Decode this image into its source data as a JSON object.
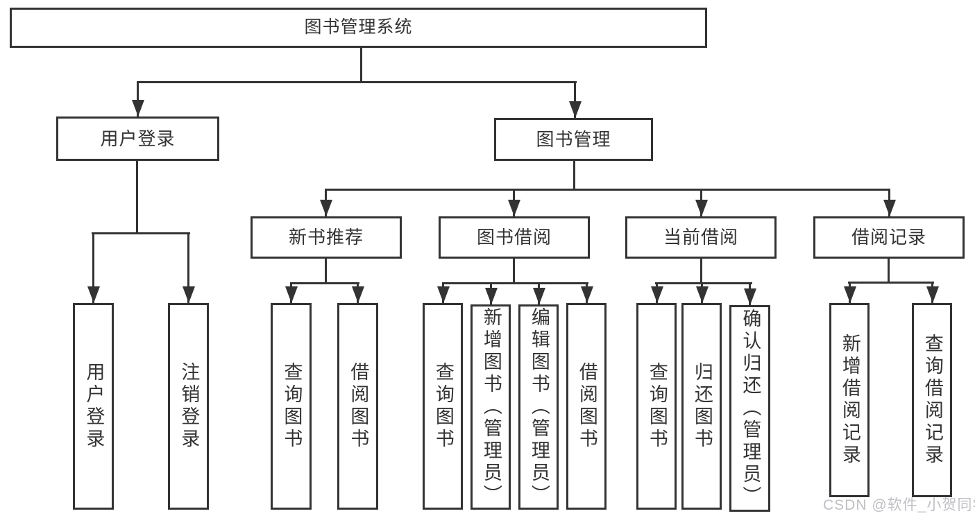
{
  "colors": {
    "line": "#333333",
    "text": "#333333",
    "background": "#ffffff",
    "watermark": "#bfbfc4"
  },
  "page": {
    "watermark": {
      "text": "CSDN @软件_小贺同学"
    }
  },
  "tree": {
    "label": "图书管理系统",
    "children": [
      {
        "label": "用户登录",
        "children": [
          {
            "label": "用户登录"
          },
          {
            "label": "注销登录"
          }
        ]
      },
      {
        "label": "图书管理",
        "children": [
          {
            "label": "新书推荐",
            "children": [
              {
                "label": "查询图书"
              },
              {
                "label": "借阅图书"
              }
            ]
          },
          {
            "label": "图书借阅",
            "children": [
              {
                "label": "查询图书"
              },
              {
                "label": "新增图书（管理员）"
              },
              {
                "label": "编辑图书（管理员）"
              },
              {
                "label": "借阅图书"
              }
            ]
          },
          {
            "label": "当前借阅",
            "children": [
              {
                "label": "查询图书"
              },
              {
                "label": "归还图书"
              },
              {
                "label": "确认归还（管理员）"
              }
            ]
          },
          {
            "label": "借阅记录",
            "children": [
              {
                "label": "新增借阅记录"
              },
              {
                "label": "查询借阅记录"
              }
            ]
          }
        ]
      }
    ]
  }
}
